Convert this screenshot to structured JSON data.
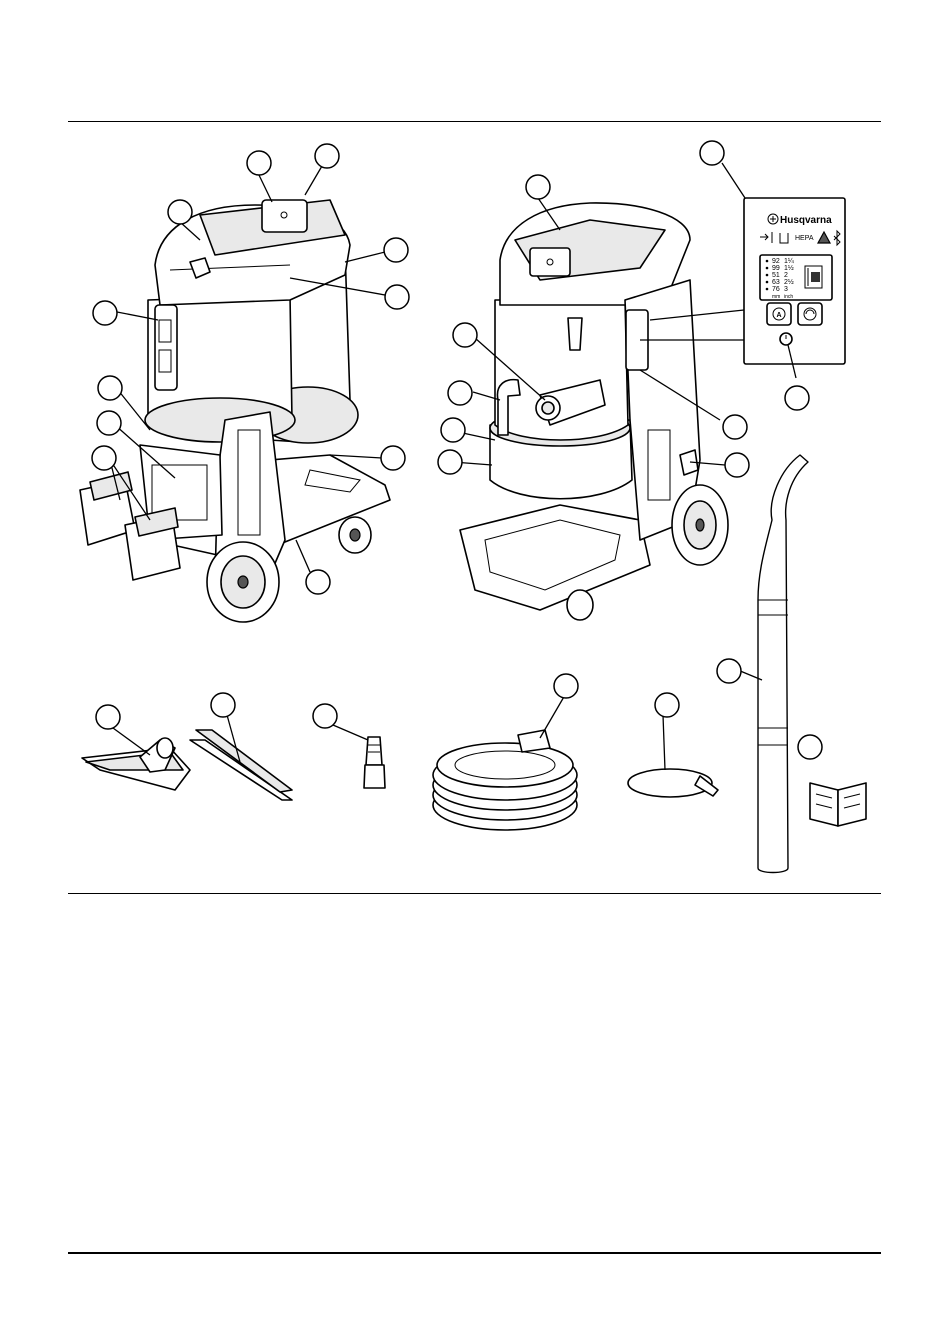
{
  "panel": {
    "brand": "Husqvarna",
    "icons": [
      "arrow-filter-icon",
      "cleaning-icon",
      "hepa-label",
      "warning-icon",
      "bluetooth-icon"
    ],
    "hepa_label": "HEPA",
    "levels": [
      {
        "a": "92",
        "b": "1¼"
      },
      {
        "a": "99",
        "b": "1½"
      },
      {
        "a": "51",
        "b": "2"
      },
      {
        "a": "63",
        "b": "2½"
      },
      {
        "a": "76",
        "b": "3"
      }
    ],
    "unit_mm": "mm",
    "unit_inch": "inch",
    "auto_label": "A"
  },
  "colors": {
    "ink": "#000000",
    "paper": "#ffffff",
    "shade": "#e9e9e9"
  }
}
